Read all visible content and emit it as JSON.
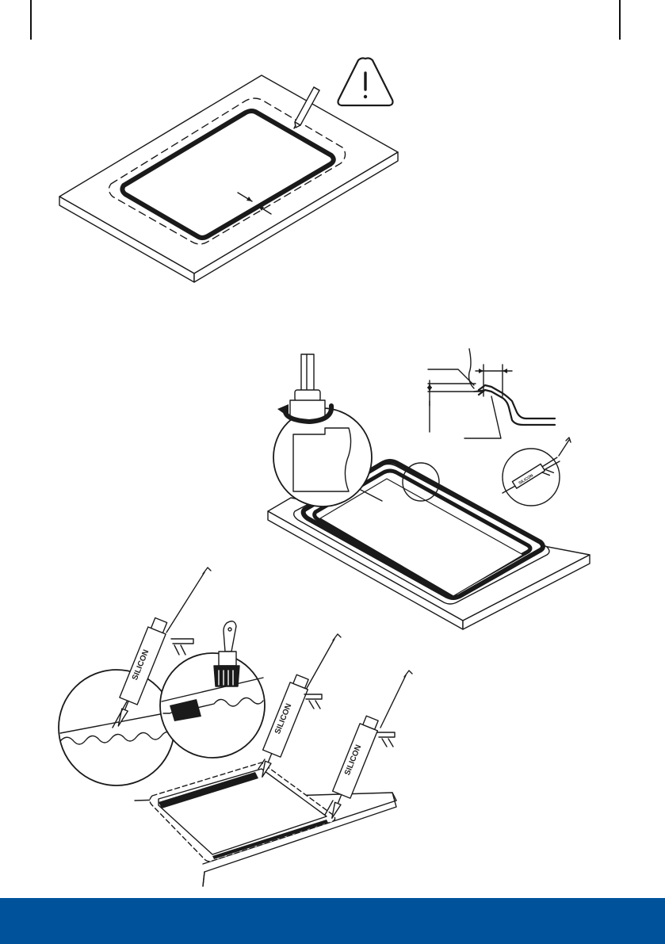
{
  "colors": {
    "footer_band": "#00539b",
    "line": "#1a1a1a",
    "fill": "#ffffff"
  },
  "icons": {
    "warning": "warning-triangle-icon"
  },
  "gun_labels": {
    "gun_1": "SILICON",
    "gun_2": "SILICON",
    "gun_3": "SILICON",
    "gun_4": "SILICON"
  }
}
